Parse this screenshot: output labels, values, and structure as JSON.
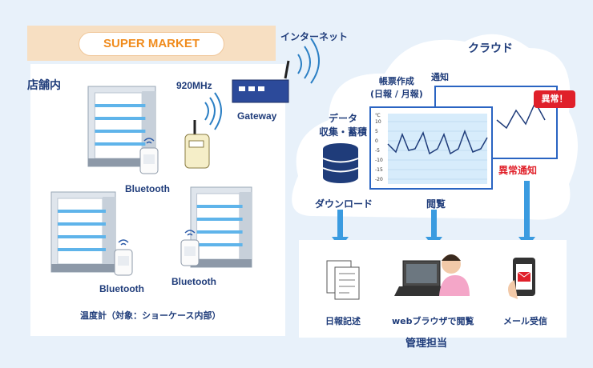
{
  "store": {
    "banner": "SUPER MARKET",
    "label": "店舗内",
    "bluetooth_1": "Bluetooth",
    "bluetooth_2": "Bluetooth",
    "bluetooth_3": "Bluetooth",
    "thermometer": "温度計（対象：ショーケース内部）"
  },
  "network": {
    "frequency": "920MHz",
    "gateway": "Gateway",
    "internet": "インターネット"
  },
  "cloud": {
    "label": "クラウド",
    "collect_line1": "データ",
    "collect_line2": "収集・蓄積",
    "ledger_line1": "帳票作成",
    "ledger_line2": "(日報 / 月報)",
    "notice": "通知",
    "abnormal_badge": "異常！",
    "abnormal_notice": "異常通知",
    "download": "ダウンロード",
    "browse": "閲覧",
    "chart_unit": "℃",
    "chart_ticks": [
      "10",
      "5",
      "0",
      "-5",
      "-10",
      "-15",
      "-20"
    ]
  },
  "manager": {
    "daily_report": "日報記述",
    "web_browse": "webブラウザで閲覧",
    "mail_receive": "メール受信",
    "label": "管理担当"
  },
  "colors": {
    "navy": "#1f3c7a",
    "arrow": "#3a9be0",
    "alert": "#e0202a",
    "banner": "#f08c1e"
  }
}
